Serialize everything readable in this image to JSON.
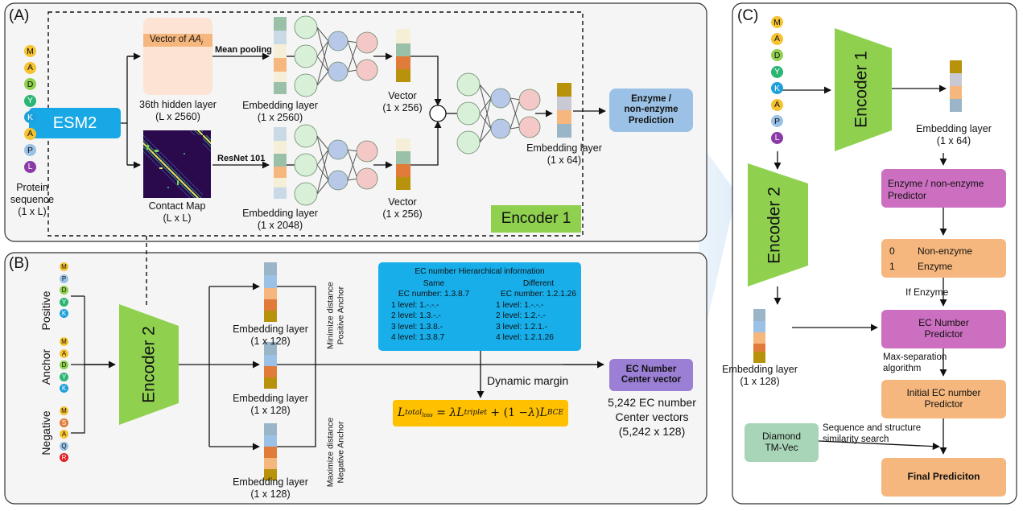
{
  "panels": {
    "a": "(A)",
    "b": "(B)",
    "c": "(C)"
  },
  "sequence": {
    "residues": [
      "M",
      "A",
      "D",
      "Y",
      "K",
      "A",
      "P",
      "L"
    ],
    "label": "Protein\nsequence\n(1 x L)"
  },
  "esm2": "ESM2",
  "hidden": {
    "vector_prefix": "Vector of ",
    "vector_sym": "AA",
    "vector_sub": "i",
    "label": "36th hidden layer\n(L x 2560)",
    "pooling": "Mean pooling"
  },
  "contact": {
    "label": "Contact Map\n(L x L)",
    "resnet": "ResNet 101"
  },
  "emb2560": "Embedding layer\n(1 x 2560)",
  "emb2048": "Embedding layer\n(1 x 2048)",
  "vec256_top": "Vector\n(1 x 256)",
  "vec256_bot": "Vector\n(1 x 256)",
  "plus": "+",
  "emb64_a": "Embedding layer\n(1 x 64)",
  "enzyme_pred": "Enzyme /\nnon-enzyme\nPrediction",
  "encoder1_tag": "Encoder 1",
  "triplet": {
    "positive": "Positive",
    "anchor": "Anchor",
    "negative": "Negative",
    "positive_seq": [
      "M",
      "P",
      "D",
      "Y",
      "K"
    ],
    "anchor_seq": [
      "M",
      "A",
      "D",
      "Y",
      "K"
    ],
    "negative_seq": [
      "M",
      "S",
      "A",
      "Q",
      "R"
    ]
  },
  "encoder2_b": "Encoder 2",
  "emb128_1": "Embedding layer\n(1 x 128)",
  "emb128_2": "Embedding layer\n(1 x 128)",
  "emb128_3": "Embedding layer\n(1 x 128)",
  "minimize": "Minimize distance\nPositive Anchor",
  "maximize": "Maximize distance\nNegative Anchor",
  "ec_info": {
    "title": "EC number Hierarchical information",
    "same": [
      "Same",
      "EC number: 1.3.8.7",
      "1 level: 1.-.-.-",
      "2 level: 1.3.-.-",
      "3 level: 1.3.8.-",
      "4 level: 1.3.8.7"
    ],
    "different": [
      "Different",
      "EC number: 1.2.1.26",
      "1 level: 1.-.-.-",
      "2 level: 1.2.-.-",
      "3 level: 1.2.1.-",
      "4 level: 1.2.1.26"
    ]
  },
  "dynamic_margin": "Dynamic margin",
  "loss": {
    "total": "total",
    "loss": "loss",
    "lambda": "λ",
    "triplet": "triplet",
    "bce": "BCE"
  },
  "ec_center": "EC Number\nCenter vector",
  "center_vectors": "5,242 EC number\nCenter vectors\n(5,242 x 128)",
  "c_panel": {
    "residues": [
      "M",
      "A",
      "D",
      "Y",
      "K",
      "A",
      "P",
      "L"
    ],
    "encoder1": "Encoder 1",
    "encoder2": "Encoder 2",
    "emb64": "Embedding layer\n(1 x 64)",
    "emb128": "Embedding layer\n(1 x 128)",
    "enzyme_predictor": "Enzyme / non-enzyme\nPredictor",
    "class0_num": "0",
    "class0": "Non-enzyme",
    "class1_num": "1",
    "class1": "Enzyme",
    "if_enzyme": "If Enzyme",
    "ec_predictor": "EC Number\nPredictor",
    "max_sep": "Max-separation\nalgorithm",
    "initial": "Initial EC number\nPredictor",
    "diamond": "Diamond\nTM-Vec",
    "similarity": "Sequence and structure\nsimilarity search",
    "final": "Final Prediciton"
  },
  "colors": {
    "esm2": "#19a8e6",
    "encoder": "#8fd14f",
    "pred_blue": "#9bc2e6",
    "pink": "#cc6fc0",
    "orange": "#f5b77e",
    "diamond": "#a8d5b8",
    "loss": "#ffc000",
    "ec_info": "#17aeea",
    "center": "#9b7fd4"
  },
  "residue_colors": {
    "M": "#f5c230",
    "A": "#f5c230",
    "D": "#8fd14f",
    "Y": "#2bb573",
    "K": "#1fa0db",
    "P": "#9bc2e6",
    "L": "#8b3aa8",
    "S": "#e07b39",
    "Q": "#9bc2e6",
    "R": "#e02020"
  }
}
